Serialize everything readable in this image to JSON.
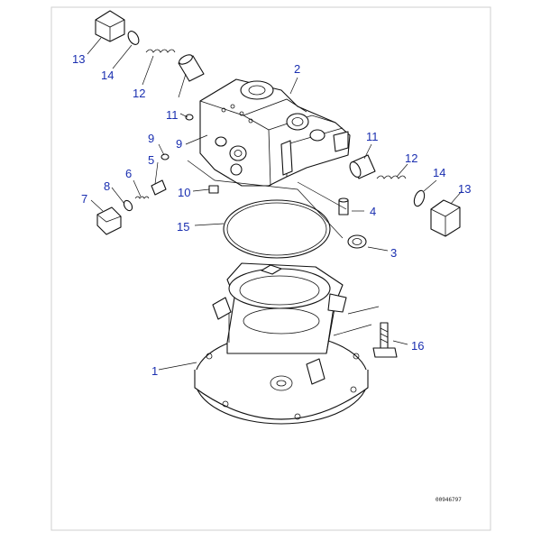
{
  "diagram": {
    "drawing_code": "00946797",
    "callouts": {
      "c1": "1",
      "c2": "2",
      "c3": "3",
      "c4": "4",
      "c5": "5",
      "c6": "6",
      "c7": "7",
      "c8": "8",
      "c9a": "9",
      "c9b": "9",
      "c10": "10",
      "c11a": "11",
      "c11b": "11",
      "c12a": "12",
      "c12b": "12",
      "c13a": "13",
      "c13b": "13",
      "c14a": "14",
      "c14b": "14",
      "c15": "15",
      "c16": "16"
    }
  }
}
